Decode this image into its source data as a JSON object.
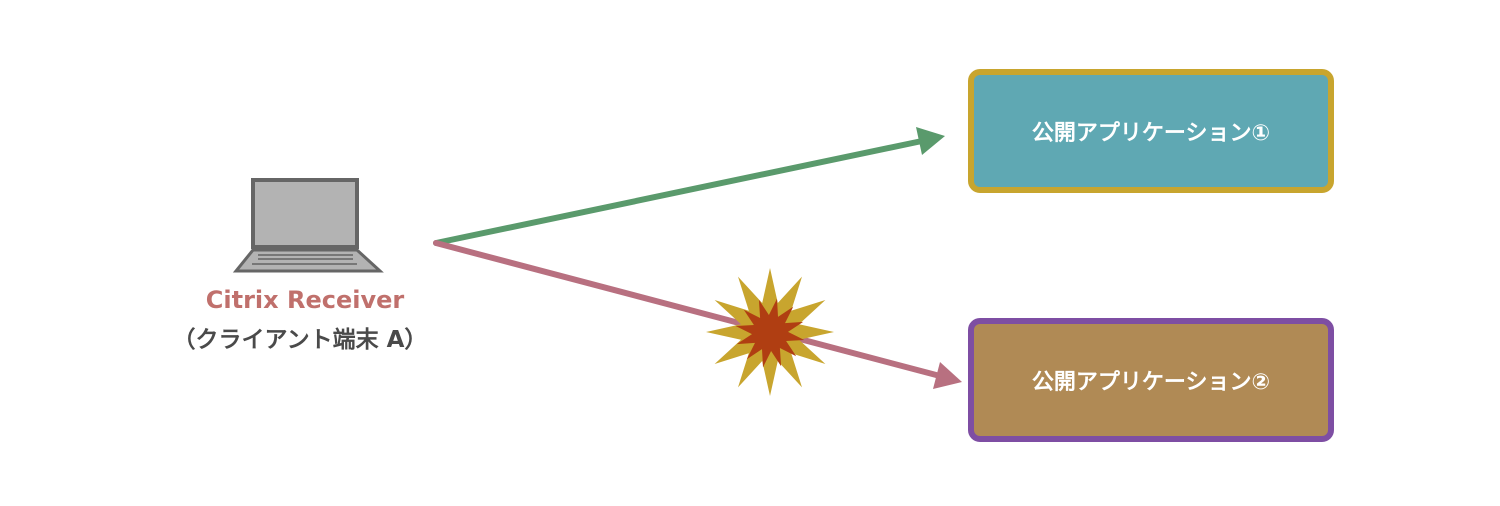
{
  "client": {
    "name": "Citrix Receiver",
    "subtitle": "（クライアント端末 A）",
    "icon": "laptop-icon"
  },
  "apps": [
    {
      "label": "公開アプリケーション①",
      "fill": "#5fa8b3",
      "border": "#c8a52e",
      "status": "connected"
    },
    {
      "label": "公開アプリケーション②",
      "fill": "#b08a55",
      "border": "#7e4ea3",
      "status": "failed"
    }
  ],
  "colors": {
    "success_arrow": "#5a9a6c",
    "failure_arrow": "#b87080",
    "burst_outer": "#c8a52e",
    "burst_inner": "#b03e12"
  }
}
